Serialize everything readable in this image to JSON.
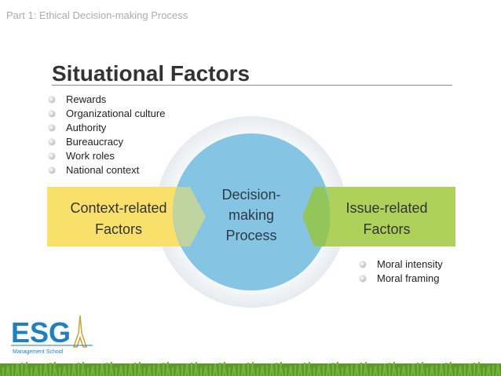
{
  "header": {
    "part_label": "Part 1: Ethical Decision-making Process"
  },
  "title": "Situational Factors",
  "situational_factors": [
    "Rewards",
    "Organizational culture",
    "Authority",
    "Bureaucracy",
    "Work roles",
    "National context"
  ],
  "diagram": {
    "left_box": "Context-related Factors",
    "center": "Decision-making Process",
    "right_box": "Issue-related Factors"
  },
  "issue_factors": [
    "Moral intensity",
    "Moral framing"
  ],
  "logo": {
    "text": "ESG",
    "subtext": "Management School"
  },
  "colors": {
    "left_box": "#f9e06a",
    "right_box": "#aed15c",
    "circle": "#86c4e4",
    "ring": "#eef2f5",
    "logo": "#1f7fbf"
  }
}
